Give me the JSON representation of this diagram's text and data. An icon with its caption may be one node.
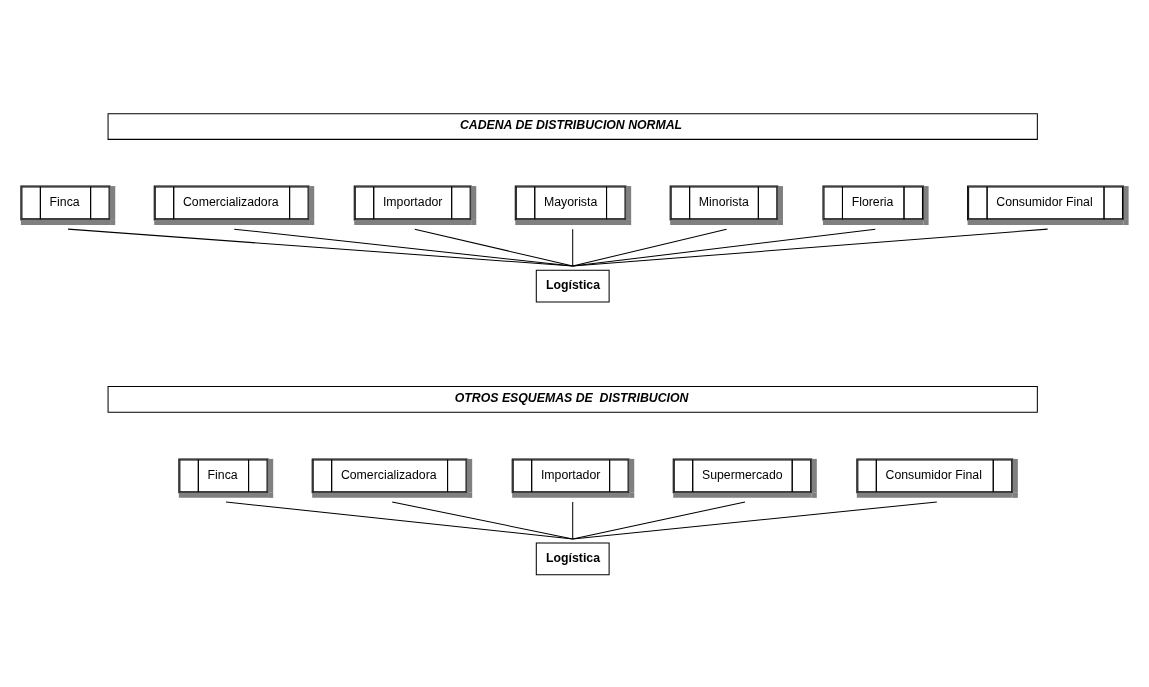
{
  "diagram": {
    "nodes": [
      {
        "text": [
          "CADENA DE DISTRIBUCION NORMAL"
        ]
      },
      {
        "text": [
          "Finca"
        ]
      },
      {
        "text": [
          "Comercializadora"
        ]
      },
      {
        "text": [
          "Importador"
        ]
      },
      {
        "text": [
          "Mayorista"
        ]
      },
      {
        "text": [
          "Minorista"
        ]
      },
      {
        "text": [
          "Floreria"
        ]
      },
      {
        "text": [
          "Consumidor Final"
        ]
      },
      {
        "text": [
          "Logística"
        ]
      },
      {
        "text": [
          "OTROS ESQUEMAS DE  DISTRIBUCION"
        ]
      },
      {
        "text": [
          "Finca"
        ]
      },
      {
        "text": [
          "Comercializadora"
        ]
      },
      {
        "text": [
          "Importador"
        ]
      },
      {
        "text": [
          "Supermercado"
        ]
      },
      {
        "text": [
          "Consumidor Final"
        ]
      },
      {
        "text": [
          "Logística"
        ]
      }
    ],
    "edges": [
      {
        "from": 1,
        "to": 8,
        "arrow": "none"
      },
      {
        "from": 2,
        "to": 8,
        "arrow": "none"
      },
      {
        "from": 3,
        "to": 8,
        "arrow": "none"
      },
      {
        "from": 4,
        "to": 8,
        "arrow": "none"
      },
      {
        "from": 5,
        "to": 8,
        "arrow": "none"
      },
      {
        "from": 6,
        "to": 8,
        "arrow": "none"
      },
      {
        "from": 7,
        "to": 8,
        "arrow": "none"
      },
      {
        "from": 10,
        "to": 15,
        "arrow": "none"
      },
      {
        "from": 11,
        "to": 15,
        "arrow": "none"
      },
      {
        "from": 12,
        "to": 15,
        "arrow": "none"
      },
      {
        "from": 13,
        "to": 15,
        "arrow": "none"
      },
      {
        "from": 14,
        "to": 15,
        "arrow": "none"
      }
    ]
  }
}
